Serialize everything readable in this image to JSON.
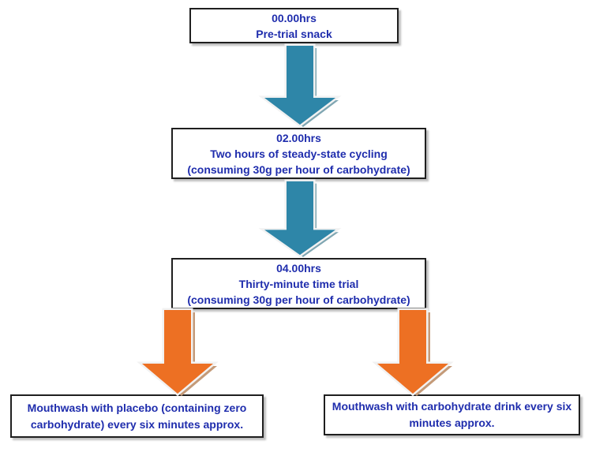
{
  "colors": {
    "arrow-blue": "#2E86A8",
    "arrow-blue-shadow": "#7FA6B2",
    "arrow-orange": "#ED7023",
    "arrow-orange-shadow": "#C49A78",
    "arrow-outline": "#F2F2F2",
    "box-border": "#1F1F1F",
    "text-blue": "#1F2DAD",
    "box-shadow": "#BFBFBF"
  },
  "flowchart": {
    "steps": {
      "pretrial": {
        "time": "00.00hrs",
        "lines": [
          "00.00hrs",
          "Pre-trial snack"
        ]
      },
      "cycling": {
        "time": "02.00hrs",
        "lines": [
          "02.00hrs",
          "Two hours of steady-state cycling",
          "(consuming 30g per hour of carbohydrate)"
        ]
      },
      "timetrial": {
        "time": "04.00hrs",
        "lines": [
          "04.00hrs",
          "Thirty-minute time trial",
          "(consuming 30g per hour of carbohydrate)"
        ]
      },
      "placebo_arm": {
        "lines": [
          "Mouthwash with placebo (containing zero",
          "carbohydrate) every six minutes approx."
        ]
      },
      "carbohydrate_arm": {
        "lines": [
          "Mouthwash with carbohydrate drink every six",
          "minutes approx."
        ]
      }
    },
    "arrows": [
      {
        "name": "pretrial-to-cycling",
        "color": "blue"
      },
      {
        "name": "cycling-to-timetrial",
        "color": "blue"
      },
      {
        "name": "timetrial-to-placebo-arm",
        "color": "orange"
      },
      {
        "name": "timetrial-to-carbohydrate-arm",
        "color": "orange"
      }
    ]
  }
}
